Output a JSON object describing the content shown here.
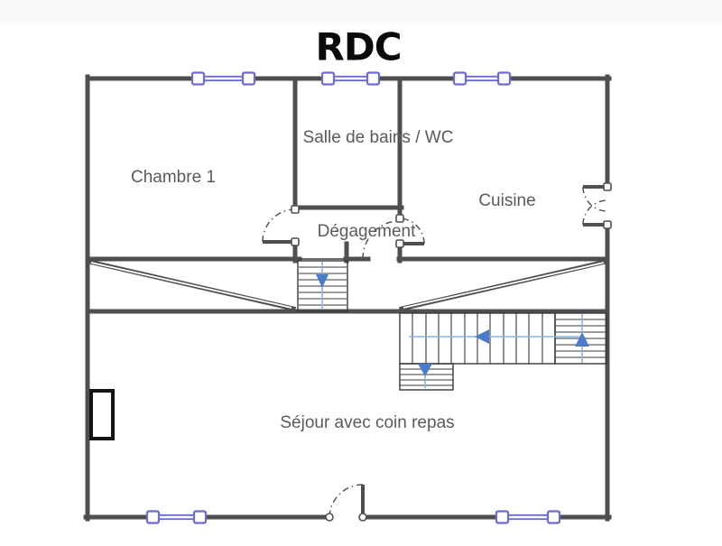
{
  "title": "RDC",
  "rooms": [
    {
      "id": "chambre-1",
      "label": "Chambre 1"
    },
    {
      "id": "salle-de-bains-wc",
      "label": "Salle de bains / WC"
    },
    {
      "id": "degagement",
      "label": "Dégagement"
    },
    {
      "id": "cuisine",
      "label": "Cuisine"
    },
    {
      "id": "sejour",
      "label": "Séjour avec coin repas"
    }
  ],
  "stairs": [
    {
      "id": "hall-stair",
      "arrow_icon": "arrow-down-icon",
      "direction": "down"
    },
    {
      "id": "main-stair-flight",
      "arrow_icon": "arrow-left-icon",
      "direction": "left"
    },
    {
      "id": "main-stair-upper-run",
      "arrow_icon": "arrow-up-icon",
      "direction": "up"
    },
    {
      "id": "main-stair-lower-run",
      "arrow_icon": "arrow-down-icon",
      "direction": "down"
    }
  ],
  "colors": {
    "wall": "#4f4f4f",
    "outline": "#3a3a3a",
    "window": "#6b6bd3",
    "stair_line": "#8fb0e0",
    "stair_arrow": "#4a7cc9",
    "label_text": "#5a5a5a",
    "title_text": "#0a0a0a",
    "background": "#ffffff"
  }
}
